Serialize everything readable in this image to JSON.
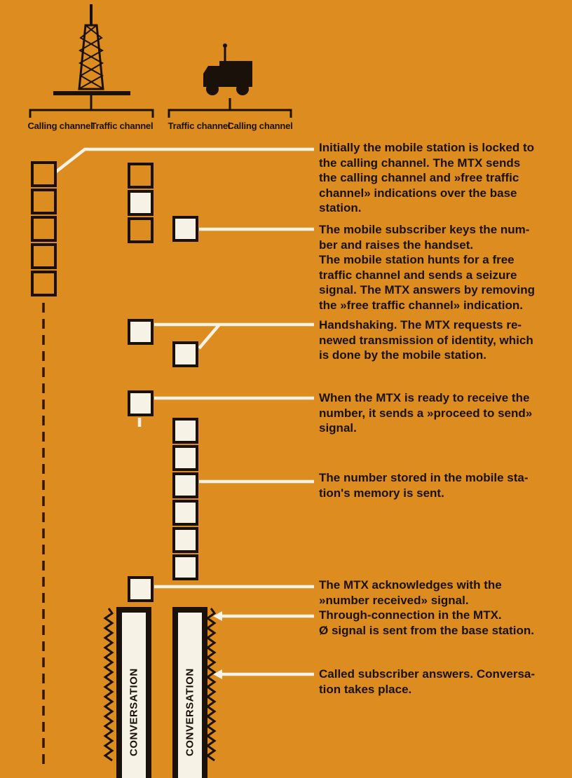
{
  "colors": {
    "background": "#DD8C1F",
    "ink": "#1A120A",
    "paper_white": "#F6F2E6"
  },
  "icons": {
    "base_station": "radio-tower-icon",
    "mobile_station": "truck-icon",
    "callout_arrow": "left-arrowhead-icon"
  },
  "brackets": {
    "base": [
      "Calling channel",
      "Traffic channel"
    ],
    "mobile": [
      "Traffic channel",
      "Calling channel"
    ]
  },
  "paragraphs": [
    "Initially the mobile station is locked to\nthe calling channel. The MTX sends\nthe calling channel and »free traffic\nchannel» indications over the base\nstation.",
    "The mobile subscriber keys the num-\nber and raises the handset.\nThe mobile station hunts for a free\ntraffic channel and sends a seizure\nsignal. The MTX answers by removing\nthe »free traffic channel» indication.",
    "Handshaking. The MTX requests re-\nnewed transmission of identity, which\nis done by the mobile station.",
    "When the MTX is ready to receive the\nnumber, it sends a »proceed to send»\nsignal.",
    "The number stored in the mobile sta-\ntion's memory is sent.",
    "The MTX acknowledges with the\n»number received» signal.",
    "Through-connection in the MTX.\nØ signal is sent from the base station.",
    "Called subscriber answers. Conversa-\ntion takes place."
  ],
  "conversation_label": "CONVERSATION"
}
